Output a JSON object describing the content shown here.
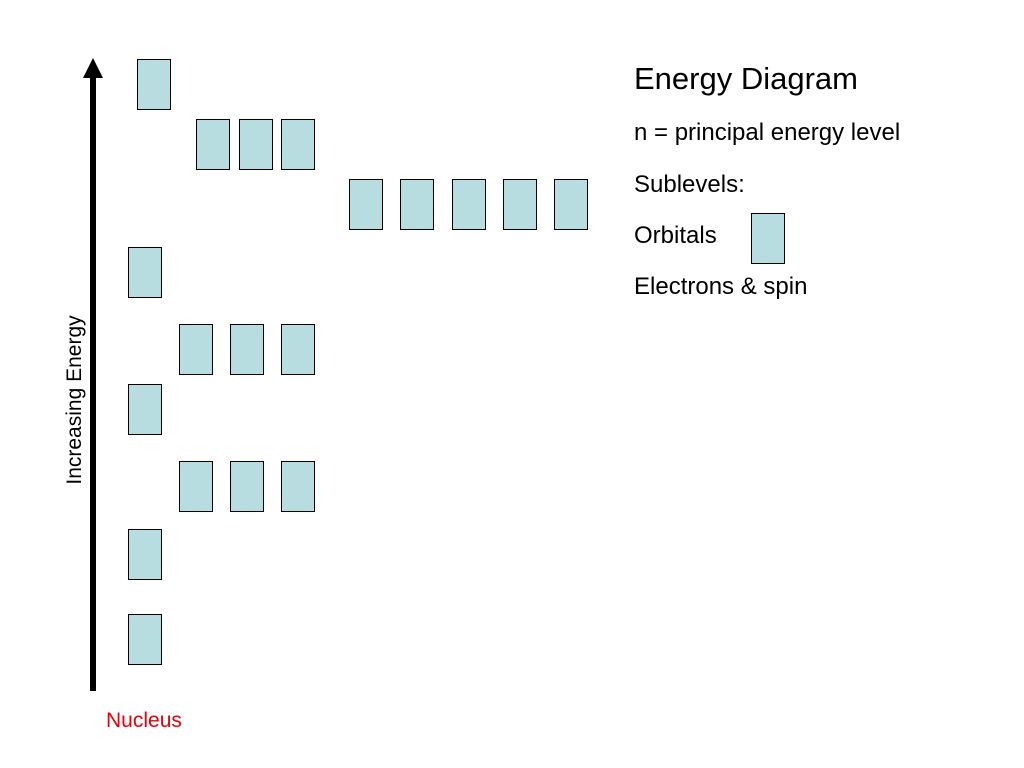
{
  "diagram": {
    "axis_label": "Increasing Energy",
    "origin_label": "Nucleus",
    "colors": {
      "orbital_fill": "#b7dde1",
      "orbital_border": "#000000",
      "axis": "#000000",
      "nucleus_text": "#e8000b"
    }
  },
  "legend": {
    "title": "Energy Diagram",
    "principal_level": "n = principal energy level",
    "sublevels": "Sublevels:",
    "orbitals": "Orbitals",
    "electrons": "Electrons & spin"
  }
}
